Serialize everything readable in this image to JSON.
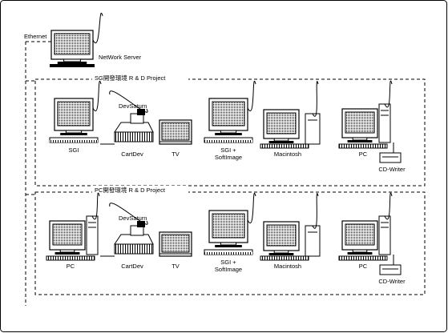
{
  "network": {
    "label": "Ethernet",
    "server_label": "NetWork Server"
  },
  "groups": [
    {
      "title": "SG開發環境  R & D Project",
      "devices": [
        {
          "kind": "workstation",
          "label": "SGI"
        },
        {
          "kind": "dev-box",
          "label": "CartDev",
          "caption": "DevSaturn"
        },
        {
          "kind": "tv",
          "label": "TV"
        },
        {
          "kind": "workstation",
          "label": "SGI +\nSoftImage"
        },
        {
          "kind": "mac",
          "label": "Macintosh"
        },
        {
          "kind": "pc",
          "label": "PC"
        },
        {
          "kind": "cd-writer",
          "label": "CD-Writer"
        }
      ]
    },
    {
      "title": "PC開發環境  R & D Project",
      "devices": [
        {
          "kind": "pc",
          "label": "PC"
        },
        {
          "kind": "dev-box",
          "label": "CartDev",
          "caption": "DevSaturn"
        },
        {
          "kind": "tv",
          "label": "TV"
        },
        {
          "kind": "workstation",
          "label": "SGI +\nSoftImage"
        },
        {
          "kind": "mac",
          "label": "Macintosh"
        },
        {
          "kind": "pc",
          "label": "PC"
        },
        {
          "kind": "cd-writer",
          "label": "CD-Writer"
        }
      ]
    }
  ]
}
